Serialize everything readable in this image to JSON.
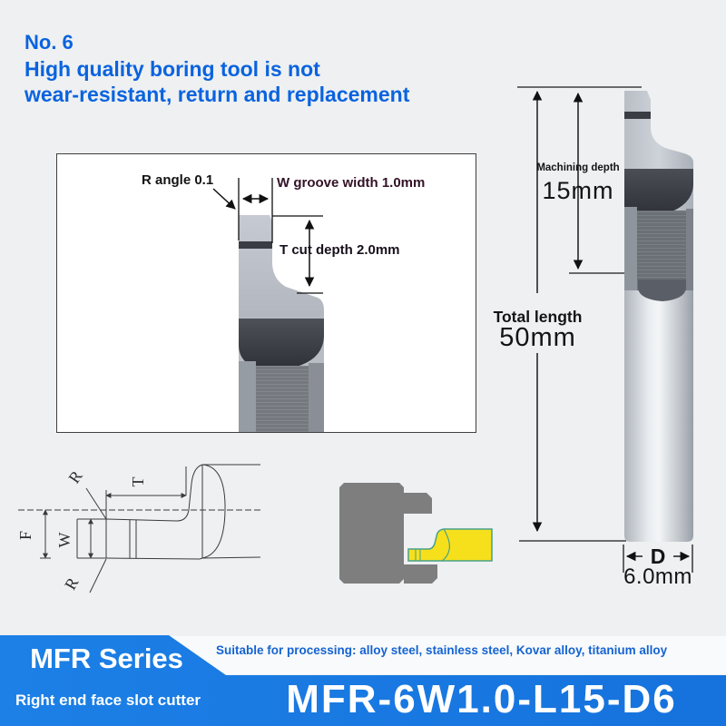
{
  "header": {
    "number": "No. 6",
    "line1": "High quality boring tool is not",
    "line2": "wear-resistant, return and replacement"
  },
  "photo_annotations": {
    "r_angle": "R angle 0.1",
    "w_groove": "W groove width 1.0mm",
    "t_cut": "T cut depth 2.0mm"
  },
  "tool_dimensions": {
    "machining_depth_label": "Machining depth",
    "machining_depth_value": "15mm",
    "total_length_label": "Total length",
    "total_length_value": "50mm",
    "diameter_letter": "D",
    "diameter_value": "6.0mm"
  },
  "drawing_labels": {
    "r_top": "R",
    "t": "T",
    "f": "F",
    "w": "W",
    "r_bottom": "R"
  },
  "banner": {
    "series": "MFR Series",
    "subtitle": "Right end face slot cutter",
    "suitable": "Suitable for processing: alloy steel, stainless steel, Kovar alloy, titanium alloy",
    "model": "MFR-6W1.0-L15-D6"
  },
  "colors": {
    "page_bg": "#eef0f1",
    "header_blue": "#0a63df",
    "banner_blue": "#1877e2",
    "suitable_text_blue": "#1563d2",
    "cutter_yellow": "#f6e01b",
    "cutter_outline": "#46a18b",
    "workpiece_gray": "#7e7e7e"
  }
}
